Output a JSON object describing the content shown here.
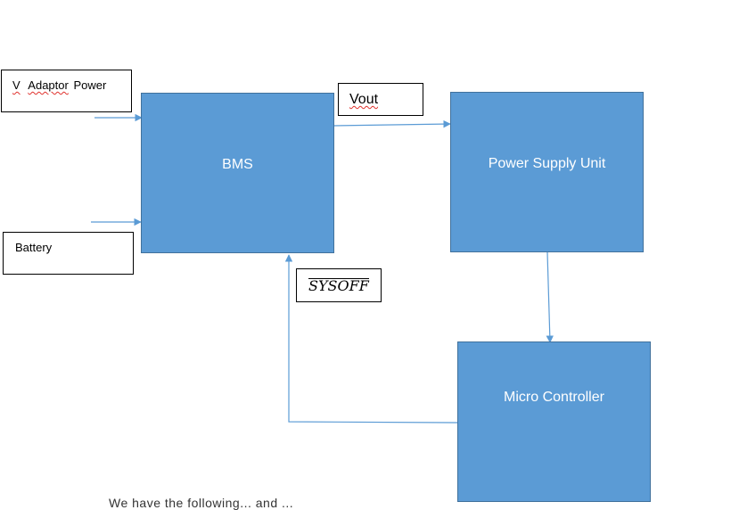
{
  "blocks": {
    "bms": "BMS",
    "psu": "Power Supply Unit",
    "mcu": "Micro Controller"
  },
  "labels": {
    "adaptor_prefix": "V",
    "adaptor_word": "Adaptor",
    "adaptor_suffix": "Power",
    "battery": "Battery",
    "vout": "Vout",
    "sysoff": "SYSOFF"
  },
  "footer_text": "We have the following... and ... ",
  "colors": {
    "block_fill": "#5b9bd5",
    "block_border": "#41719c",
    "arrow": "#5b9bd5",
    "spellcheck": "#e0312c"
  }
}
